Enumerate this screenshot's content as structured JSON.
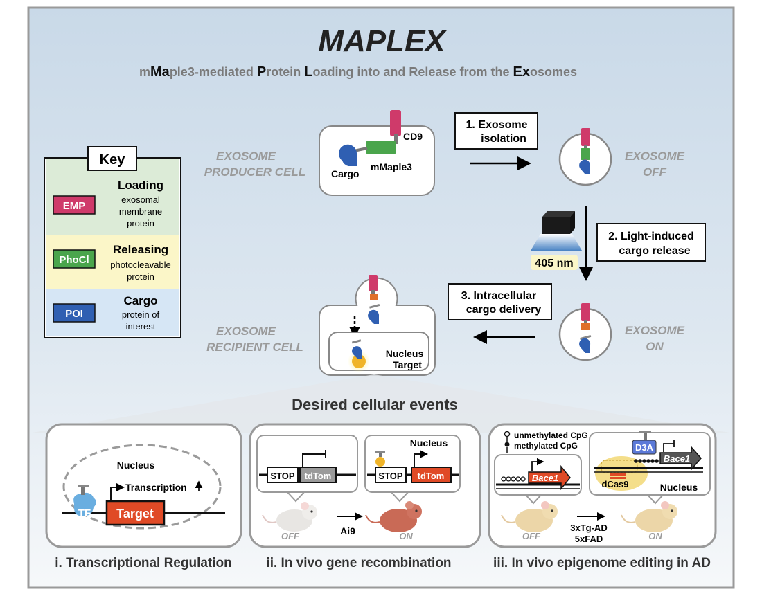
{
  "title": "MAPLEX",
  "subtitle": [
    {
      "t": "m",
      "b": false
    },
    {
      "t": "Ma",
      "b": true
    },
    {
      "t": "ple3-mediated ",
      "b": false
    },
    {
      "t": "P",
      "b": true
    },
    {
      "t": "rotein ",
      "b": false
    },
    {
      "t": "L",
      "b": true
    },
    {
      "t": "oading into and Release from the ",
      "b": false
    },
    {
      "t": "Ex",
      "b": true
    },
    {
      "t": "osomes",
      "b": false
    }
  ],
  "key": {
    "heading": "Key",
    "rows": [
      {
        "badge": "EMP",
        "title": "Loading",
        "desc": [
          "exosomal",
          "membrane",
          "protein"
        ],
        "badge_color": "#cf3a6a",
        "bg": "#dcebd7"
      },
      {
        "badge": "PhoCl",
        "title": "Releasing",
        "desc": [
          "photocleavable",
          "protein"
        ],
        "badge_color": "#4aa54c",
        "bg": "#fbf6c8"
      },
      {
        "badge": "POI",
        "title": "Cargo",
        "desc": [
          "protein of",
          "interest"
        ],
        "badge_color": "#2f5fb2",
        "bg": "#d6e6f5"
      }
    ]
  },
  "producer": {
    "label": [
      "EXOSOME",
      "PRODUCER CELL"
    ],
    "cd9": "CD9",
    "mmaple": "mMaple3",
    "cargo": "Cargo"
  },
  "exosome_off": [
    "EXOSOME",
    "OFF"
  ],
  "exosome_on": [
    "EXOSOME",
    "ON"
  ],
  "recipient": {
    "label": [
      "EXOSOME",
      "RECIPIENT CELL"
    ],
    "nucleus": "Nucleus",
    "target": "Target"
  },
  "steps": {
    "s1": [
      "1. Exosome",
      "isolation"
    ],
    "s2": [
      "2. Light-induced",
      "cargo release"
    ],
    "s3": [
      "3. Intracellular",
      "cargo delivery"
    ]
  },
  "light": "405 nm",
  "desired": "Desired cellular events",
  "panel1": {
    "nucleus": "Nucleus",
    "transcription": "Transcription",
    "tf": "TF",
    "target": "Target",
    "caption": "i. Transcriptional Regulation"
  },
  "panel2": {
    "stop": "STOP",
    "tdtom": "tdTom",
    "nucleus": "Nucleus",
    "off": "OFF",
    "on": "ON",
    "ai9": "Ai9",
    "caption": "ii. In vivo gene recombination"
  },
  "panel3": {
    "unmeth": "unmethylated CpG",
    "meth": "methylated CpG",
    "bace1": "Bace1",
    "d3a": "D3A",
    "dcas9": "dCas9",
    "nucleus": "Nucleus",
    "off": "OFF",
    "on": "ON",
    "models": [
      "3xTg-AD",
      "5xFAD"
    ],
    "caption": "iii. In vivo epigenome editing in AD"
  },
  "colors": {
    "emp": "#cf3a6a",
    "phocl": "#4aa54c",
    "poi": "#2f5fb2",
    "orange": "#e0702a",
    "red_box": "#e04a26",
    "grey_label": "#9a9a9a"
  }
}
